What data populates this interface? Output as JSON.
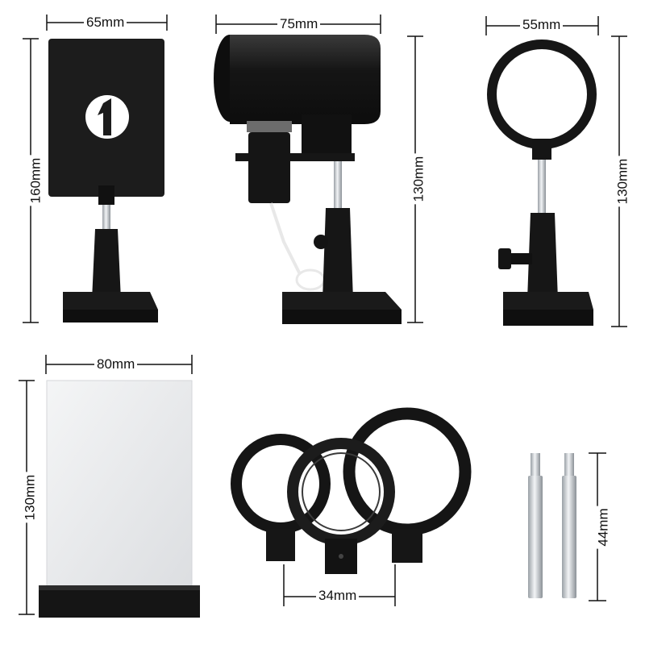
{
  "dimensions": {
    "screen_width": "65mm",
    "screen_height": "160mm",
    "lamp_width": "75mm",
    "lamp_height": "130mm",
    "lens_holder_width": "55mm",
    "lens_holder_height": "130mm",
    "white_screen_width": "80mm",
    "white_screen_height": "130mm",
    "ring_bore": "34mm",
    "rod_length": "44mm"
  },
  "colors": {
    "product_black": "#1b1b1b",
    "metal": "#c9cdd1",
    "white_screen": "#e9eaec",
    "dimension_line": "#111111"
  }
}
